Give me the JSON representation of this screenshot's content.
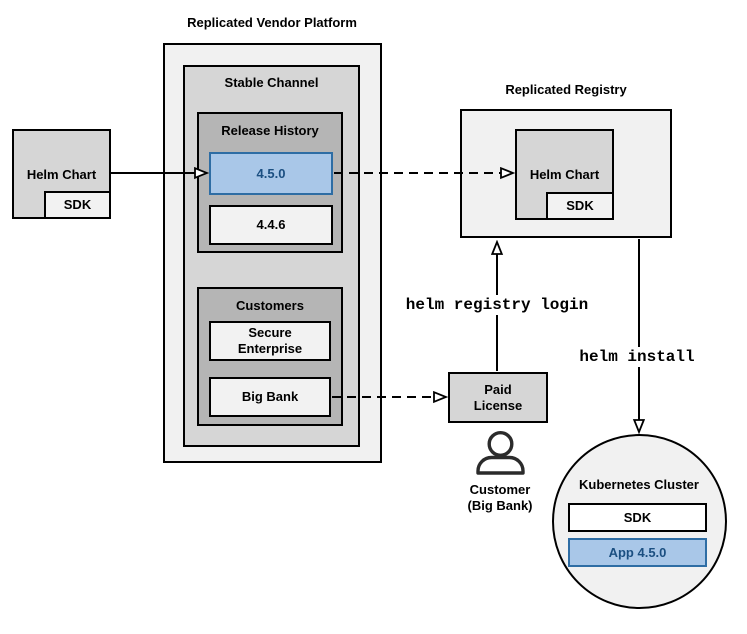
{
  "platform": {
    "title": "Replicated Vendor Platform",
    "stable_channel_label": "Stable Channel",
    "release_history": {
      "label": "Release History",
      "releases": [
        {
          "version": "4.5.0",
          "highlighted": true
        },
        {
          "version": "4.4.6",
          "highlighted": false
        }
      ]
    },
    "customers": {
      "label": "Customers",
      "items": [
        "Secure Enterprise",
        "Big Bank"
      ]
    }
  },
  "source_helm_chart": {
    "label": "Helm Chart",
    "sdk_label": "SDK"
  },
  "registry": {
    "title": "Replicated Registry",
    "helm_chart_label": "Helm Chart",
    "sdk_label": "SDK"
  },
  "paid_license_label": "Paid License",
  "customer_actor_label": "Customer\n(Big Bank)",
  "cluster": {
    "label": "Kubernetes Cluster",
    "sdk_label": "SDK",
    "app_label": "App 4.5.0"
  },
  "commands": {
    "registry_login": "helm registry login",
    "install": "helm install"
  },
  "colors": {
    "highlight_fill": "#a9c7e8",
    "highlight_border": "#2e6da4",
    "highlight_text": "#1b4f81",
    "container_light": "#f1f1f1",
    "container_medium": "#d6d6d6",
    "container_dark": "#b5b5b5"
  }
}
